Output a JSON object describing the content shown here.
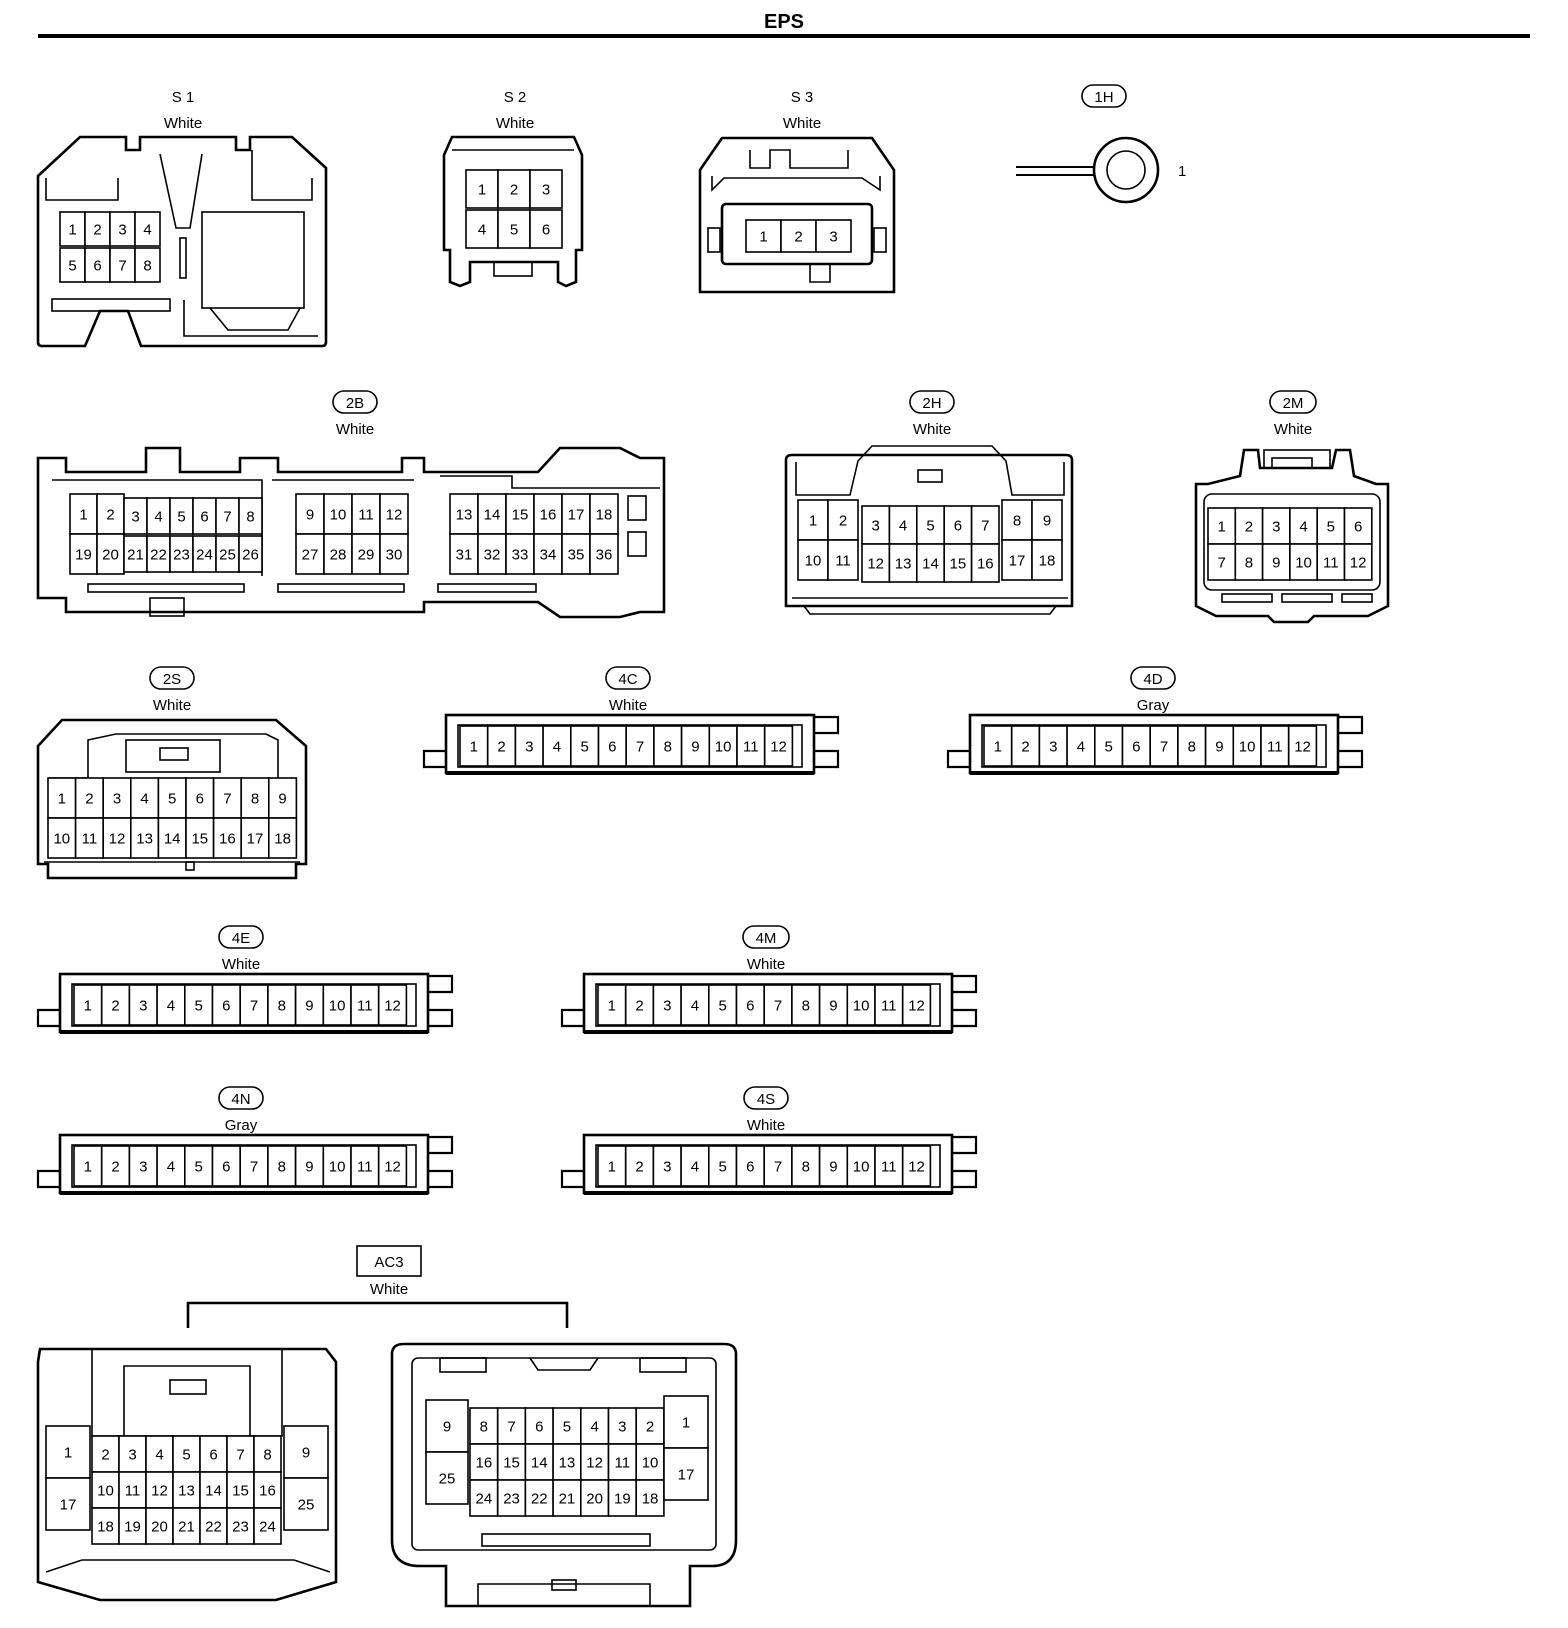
{
  "title": "EPS",
  "connectors": {
    "S1": {
      "code": "S 1",
      "color": "White",
      "badge": false,
      "pins": [
        "1",
        "2",
        "3",
        "4",
        "5",
        "6",
        "7",
        "8"
      ]
    },
    "S2": {
      "code": "S 2",
      "color": "White",
      "badge": false,
      "pins": [
        "1",
        "2",
        "3",
        "4",
        "5",
        "6"
      ]
    },
    "S3": {
      "code": "S 3",
      "color": "White",
      "badge": false,
      "pins": [
        "1",
        "2",
        "3"
      ]
    },
    "1H": {
      "code": "1H",
      "color": "",
      "badge": true,
      "pins": [
        "1"
      ]
    },
    "2B": {
      "code": "2B",
      "color": "White",
      "badge": true,
      "pins": [
        "1",
        "2",
        "3",
        "4",
        "5",
        "6",
        "7",
        "8",
        "9",
        "10",
        "11",
        "12",
        "13",
        "14",
        "15",
        "16",
        "17",
        "18",
        "19",
        "20",
        "21",
        "22",
        "23",
        "24",
        "25",
        "26",
        "27",
        "28",
        "29",
        "30",
        "31",
        "32",
        "33",
        "34",
        "35",
        "36"
      ]
    },
    "2H": {
      "code": "2H",
      "color": "White",
      "badge": true,
      "pins": [
        "1",
        "2",
        "3",
        "4",
        "5",
        "6",
        "7",
        "8",
        "9",
        "10",
        "11",
        "12",
        "13",
        "14",
        "15",
        "16",
        "17",
        "18"
      ]
    },
    "2M": {
      "code": "2M",
      "color": "White",
      "badge": true,
      "pins": [
        "1",
        "2",
        "3",
        "4",
        "5",
        "6",
        "7",
        "8",
        "9",
        "10",
        "11",
        "12"
      ]
    },
    "2S": {
      "code": "2S",
      "color": "White",
      "badge": true,
      "pins": [
        "1",
        "2",
        "3",
        "4",
        "5",
        "6",
        "7",
        "8",
        "9",
        "10",
        "11",
        "12",
        "13",
        "14",
        "15",
        "16",
        "17",
        "18"
      ]
    },
    "4C": {
      "code": "4C",
      "color": "White",
      "badge": true,
      "pins": [
        "1",
        "2",
        "3",
        "4",
        "5",
        "6",
        "7",
        "8",
        "9",
        "10",
        "11",
        "12"
      ]
    },
    "4D": {
      "code": "4D",
      "color": "Gray",
      "badge": true,
      "pins": [
        "1",
        "2",
        "3",
        "4",
        "5",
        "6",
        "7",
        "8",
        "9",
        "10",
        "11",
        "12"
      ]
    },
    "4E": {
      "code": "4E",
      "color": "White",
      "badge": true,
      "pins": [
        "1",
        "2",
        "3",
        "4",
        "5",
        "6",
        "7",
        "8",
        "9",
        "10",
        "11",
        "12"
      ]
    },
    "4M": {
      "code": "4M",
      "color": "White",
      "badge": true,
      "pins": [
        "1",
        "2",
        "3",
        "4",
        "5",
        "6",
        "7",
        "8",
        "9",
        "10",
        "11",
        "12"
      ]
    },
    "4N": {
      "code": "4N",
      "color": "Gray",
      "badge": true,
      "pins": [
        "1",
        "2",
        "3",
        "4",
        "5",
        "6",
        "7",
        "8",
        "9",
        "10",
        "11",
        "12"
      ]
    },
    "4S": {
      "code": "4S",
      "color": "White",
      "badge": true,
      "pins": [
        "1",
        "2",
        "3",
        "4",
        "5",
        "6",
        "7",
        "8",
        "9",
        "10",
        "11",
        "12"
      ]
    },
    "AC3": {
      "code": "AC3",
      "color": "White",
      "badge": false,
      "boxed": true,
      "pins": [
        "1",
        "2",
        "3",
        "4",
        "5",
        "6",
        "7",
        "8",
        "9",
        "10",
        "11",
        "12",
        "13",
        "14",
        "15",
        "16",
        "17",
        "18",
        "19",
        "20",
        "21",
        "22",
        "23",
        "24",
        "25"
      ]
    }
  }
}
